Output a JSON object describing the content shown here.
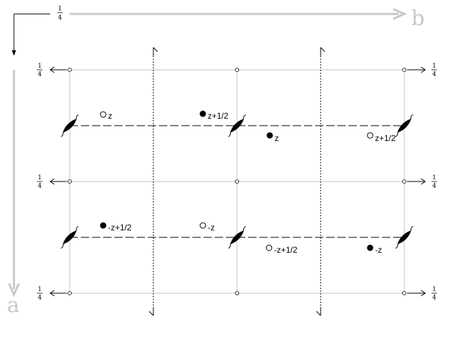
{
  "colors": {
    "axis": "#c8c8c8",
    "cell_line": "#c0c0c0",
    "ink": "#000000",
    "paper": "#ffffff"
  },
  "diagram": {
    "axis_labels": {
      "horizontal": "b",
      "vertical": "a"
    },
    "corner_fraction": {
      "num": "1",
      "den": "4"
    },
    "row_fraction": {
      "num": "1",
      "den": "4"
    },
    "atoms": [
      {
        "filled": false,
        "label": "z"
      },
      {
        "filled": true,
        "label": "z+1/2"
      },
      {
        "filled": true,
        "label": "z"
      },
      {
        "filled": false,
        "label": "z+1/2"
      },
      {
        "filled": true,
        "label": "-z+1/2"
      },
      {
        "filled": false,
        "label": "-z"
      },
      {
        "filled": false,
        "label": "-z+1/2"
      },
      {
        "filled": true,
        "label": "-z"
      }
    ]
  }
}
